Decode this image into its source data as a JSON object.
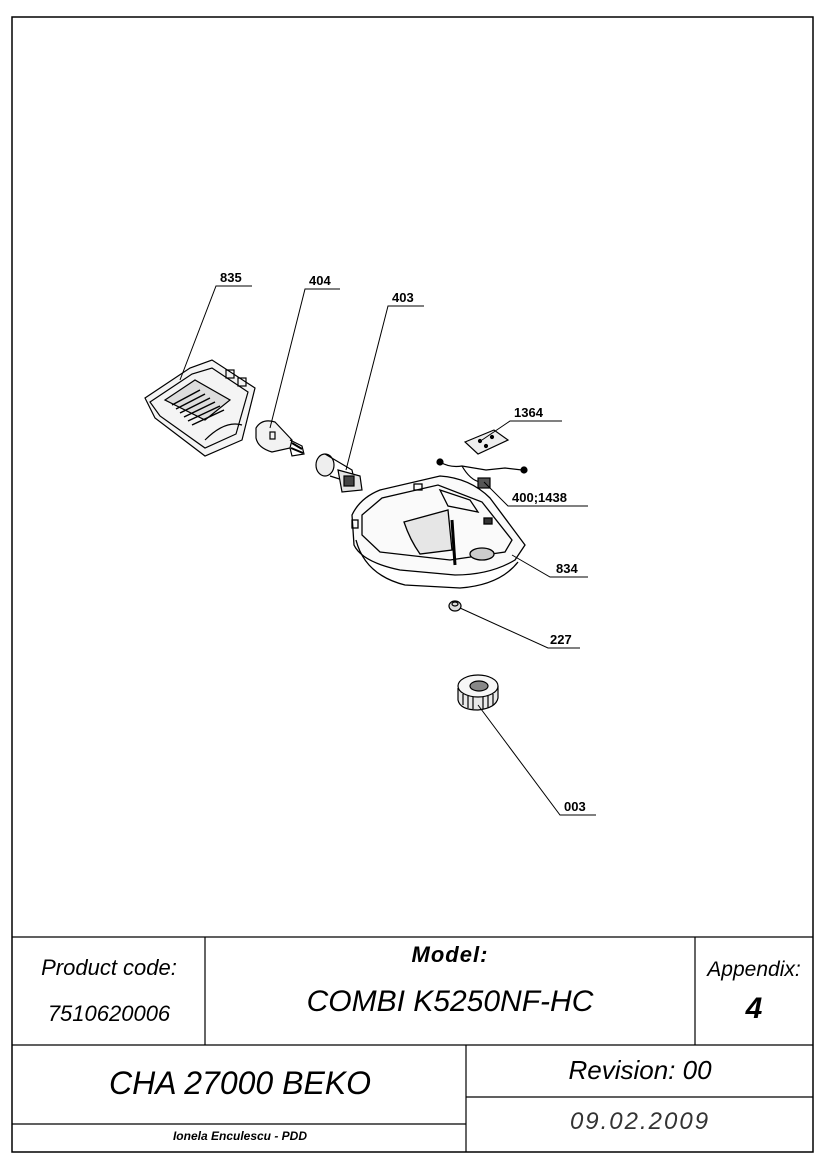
{
  "callouts": [
    {
      "id": "c835",
      "label": "835"
    },
    {
      "id": "c404",
      "label": "404"
    },
    {
      "id": "c403",
      "label": "403"
    },
    {
      "id": "c1364",
      "label": "1364"
    },
    {
      "id": "c400",
      "label": "400;1438"
    },
    {
      "id": "c834",
      "label": "834"
    },
    {
      "id": "c227",
      "label": "227"
    },
    {
      "id": "c003",
      "label": "003"
    }
  ],
  "title_block": {
    "product_code_label": "Product code:",
    "product_code": "7510620006",
    "model_label": "Model:",
    "model": "COMBI K5250NF-HC",
    "appendix_label": "Appendix:",
    "appendix": "4",
    "chassis": "CHA 27000 BEKO",
    "revision": "Revision: 00",
    "author": "Ionela Enculescu - PDD",
    "date": "09.02.2009"
  }
}
